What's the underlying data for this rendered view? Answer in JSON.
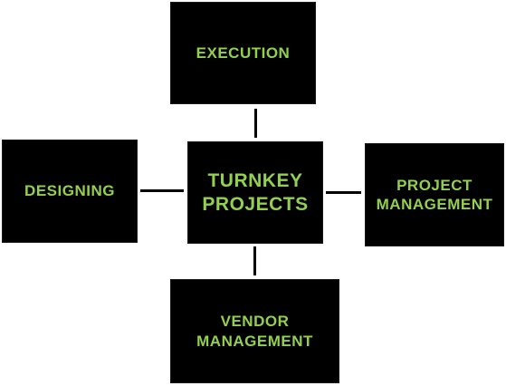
{
  "diagram": {
    "center": {
      "label": "TURNKEY\nPROJECTS"
    },
    "top": {
      "label": "EXECUTION"
    },
    "left": {
      "label": "DESIGNING"
    },
    "right": {
      "label": "PROJECT\nMANAGEMENT"
    },
    "bottom": {
      "label": "VENDOR\nMANAGEMENT"
    }
  },
  "colors": {
    "box_fill": "#000000",
    "text": "#92d050",
    "connector": "#000000",
    "background": "#ffffff"
  }
}
